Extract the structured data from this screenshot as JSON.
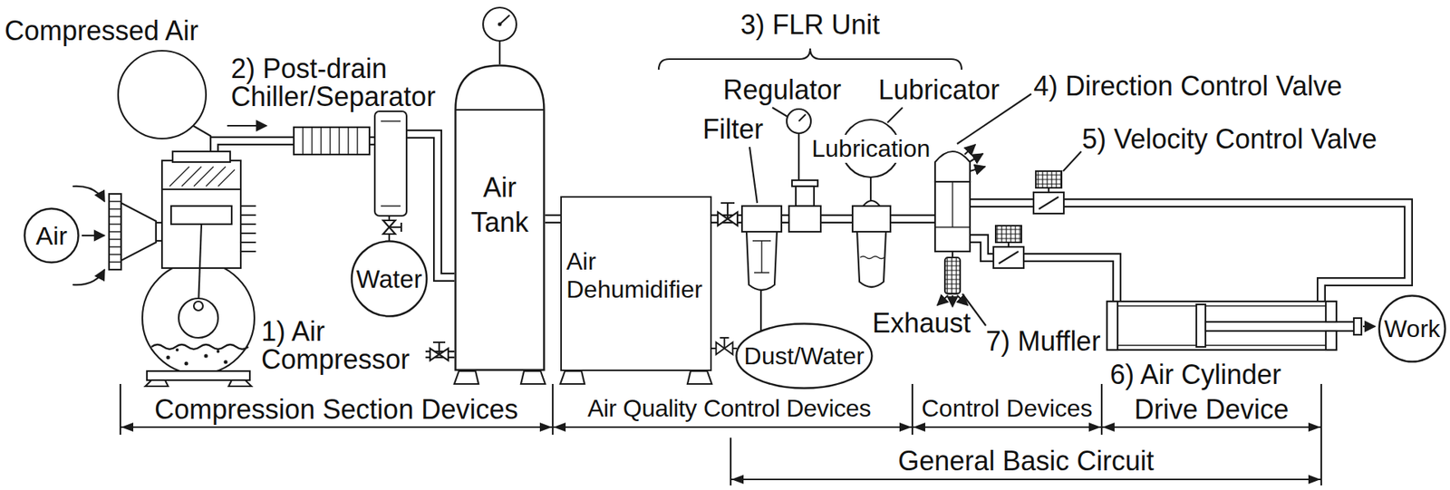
{
  "diagram": {
    "nodes": [
      {
        "text": [
          "Air"
        ]
      },
      {
        "text": [
          "Water"
        ]
      },
      {
        "text": [
          "Air Tank"
        ]
      },
      {
        "text": [
          "Air Dehumidifier"
        ]
      },
      {
        "text": [
          "Dust/Water"
        ]
      },
      {
        "text": [
          "Work"
        ]
      }
    ],
    "edges": [
      {
        "from": 2,
        "to": 3,
        "arrow": "none"
      },
      {
        "from": 3,
        "to": 4,
        "arrow": "none"
      }
    ],
    "labels": [
      "Compressed Air",
      "2) Post-drain Chiller/Separator",
      "1) Air Compressor",
      "3) FLR Unit",
      "Regulator",
      "Lubricator",
      "Filter",
      "Lubrication",
      "4) Direction Control Valve",
      "5) Velocity Control Valve",
      "Exhaust",
      "7) Muffler",
      "6) Air Cylinder",
      "Compression Section Devices",
      "Air Quality Control Devices",
      "Control Devices",
      "Drive Device",
      "General Basic Circuit"
    ]
  }
}
